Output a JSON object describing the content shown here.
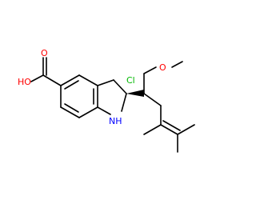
{
  "colors": {
    "bond": "#000000",
    "oxygen": "#ff0000",
    "nitrogen": "#0000ff",
    "chlorine": "#00b800"
  },
  "atoms": {
    "oh_label": "HO",
    "carbonyl_o_label": "O",
    "nh_label": "NH",
    "cl_label": "Cl",
    "ether_o_label": "O"
  }
}
